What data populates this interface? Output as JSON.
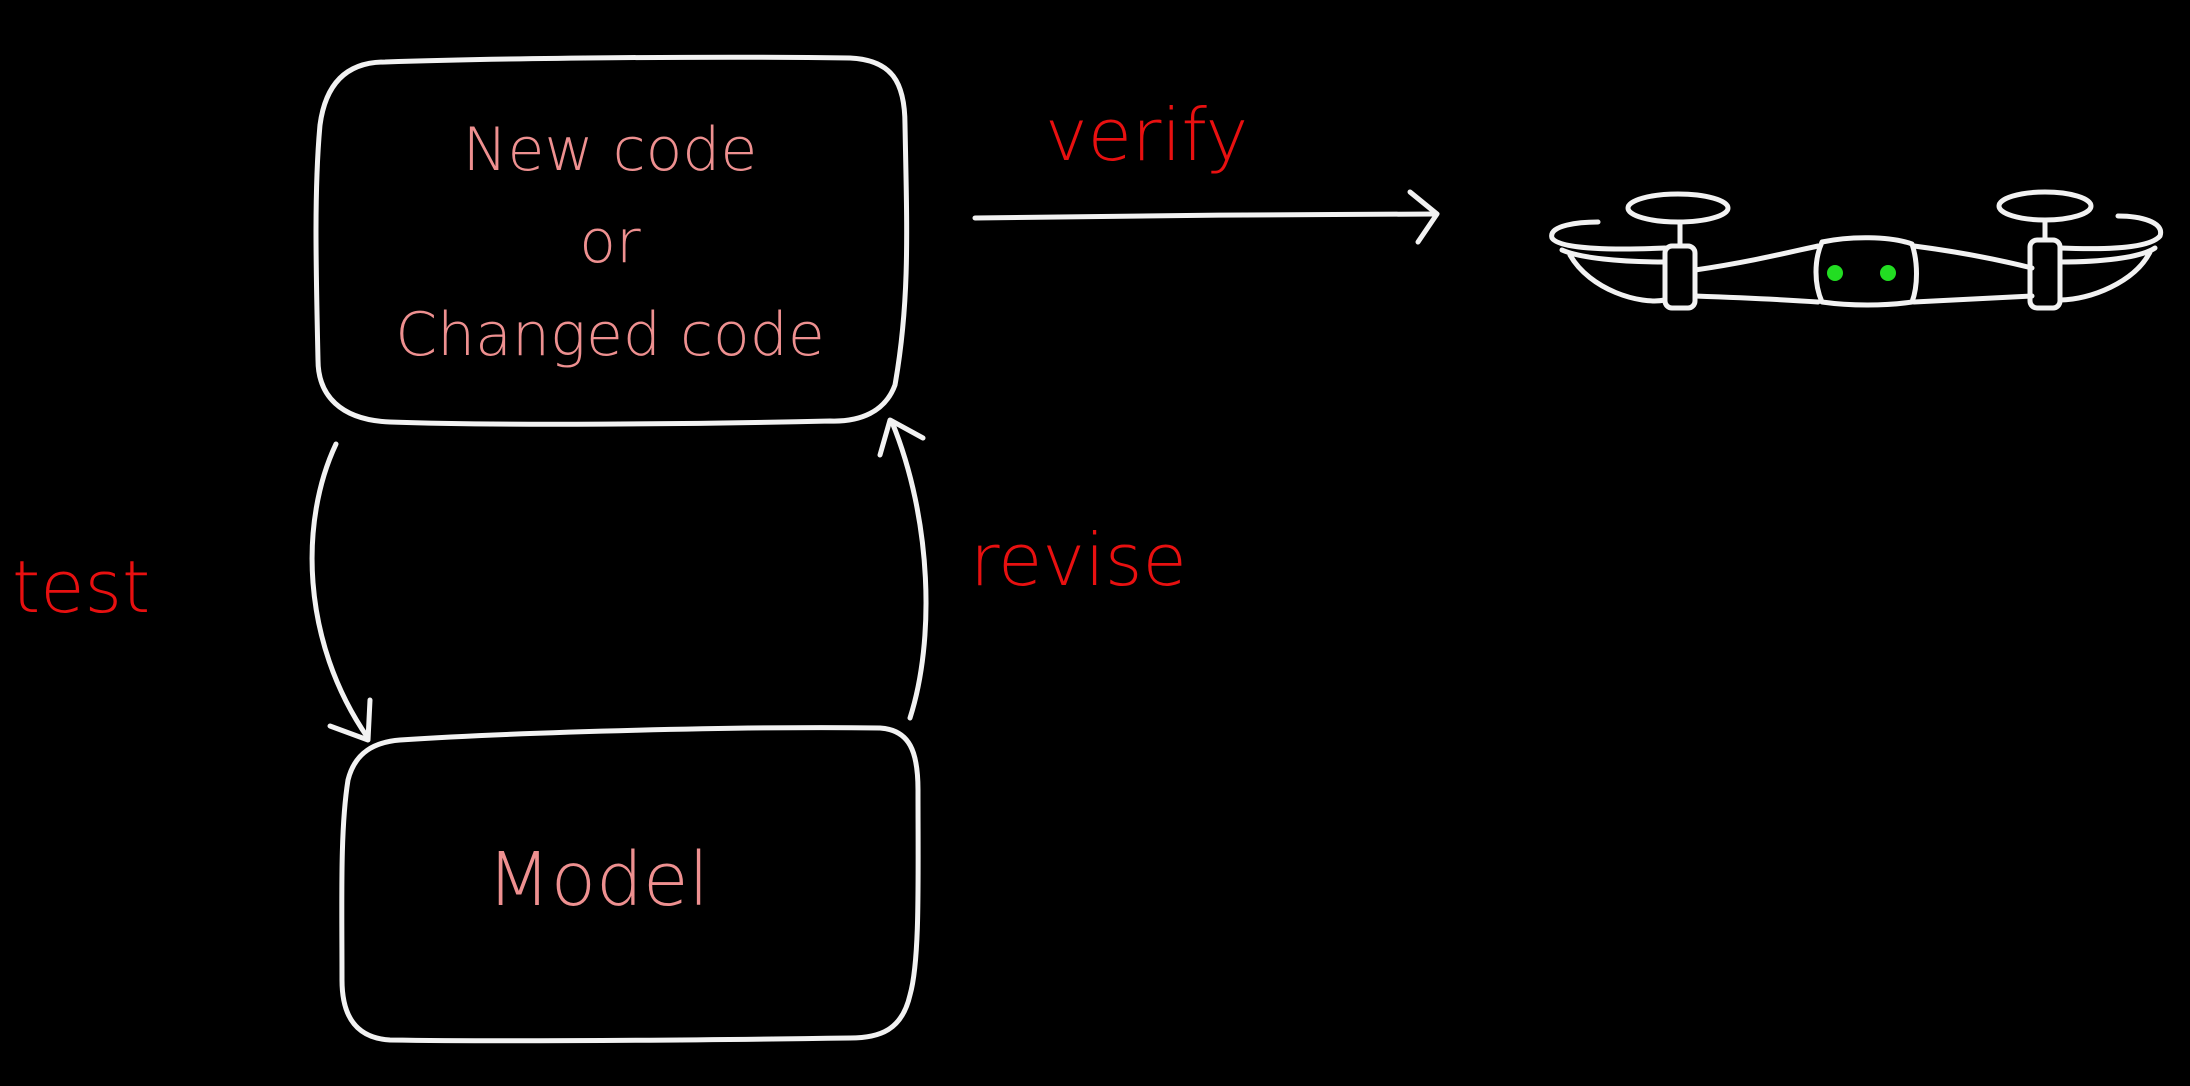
{
  "boxes": {
    "code": {
      "line1": "New code",
      "line2": "or",
      "line3": "Changed code"
    },
    "model": {
      "label": "Model"
    }
  },
  "edges": {
    "test": "test",
    "revise": "revise",
    "verify": "verify"
  },
  "drone": {
    "icon": "drone-icon",
    "light_color": "#22dd22"
  },
  "colors": {
    "background": "#000000",
    "stroke": "#f2f2f2",
    "box_text": "#ee9090",
    "edge_text": "#e81010"
  }
}
